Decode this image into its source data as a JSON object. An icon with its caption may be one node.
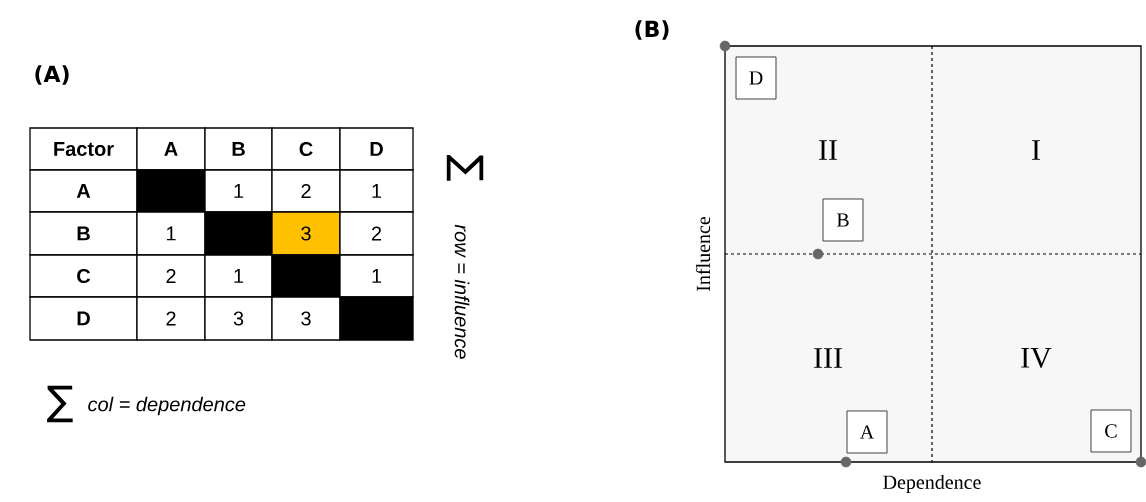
{
  "diagram": {
    "nodes": [
      {
        "text": [
          "D"
        ]
      },
      {
        "text": [
          "B"
        ]
      },
      {
        "text": [
          "A"
        ]
      },
      {
        "text": [
          "C"
        ]
      }
    ],
    "labels": [
      "(B)",
      "(A)",
      "Factor",
      "A",
      "B",
      "C",
      "D",
      "A",
      "1",
      "2",
      "1",
      "B",
      "1",
      "3",
      "2",
      "C",
      "2",
      "1",
      "1",
      "D",
      "2",
      "3",
      "3",
      "∑",
      "row = influence",
      "II",
      "I",
      "Influence",
      "III",
      "IV",
      "∑",
      "col = dependence",
      "Dependence"
    ]
  }
}
